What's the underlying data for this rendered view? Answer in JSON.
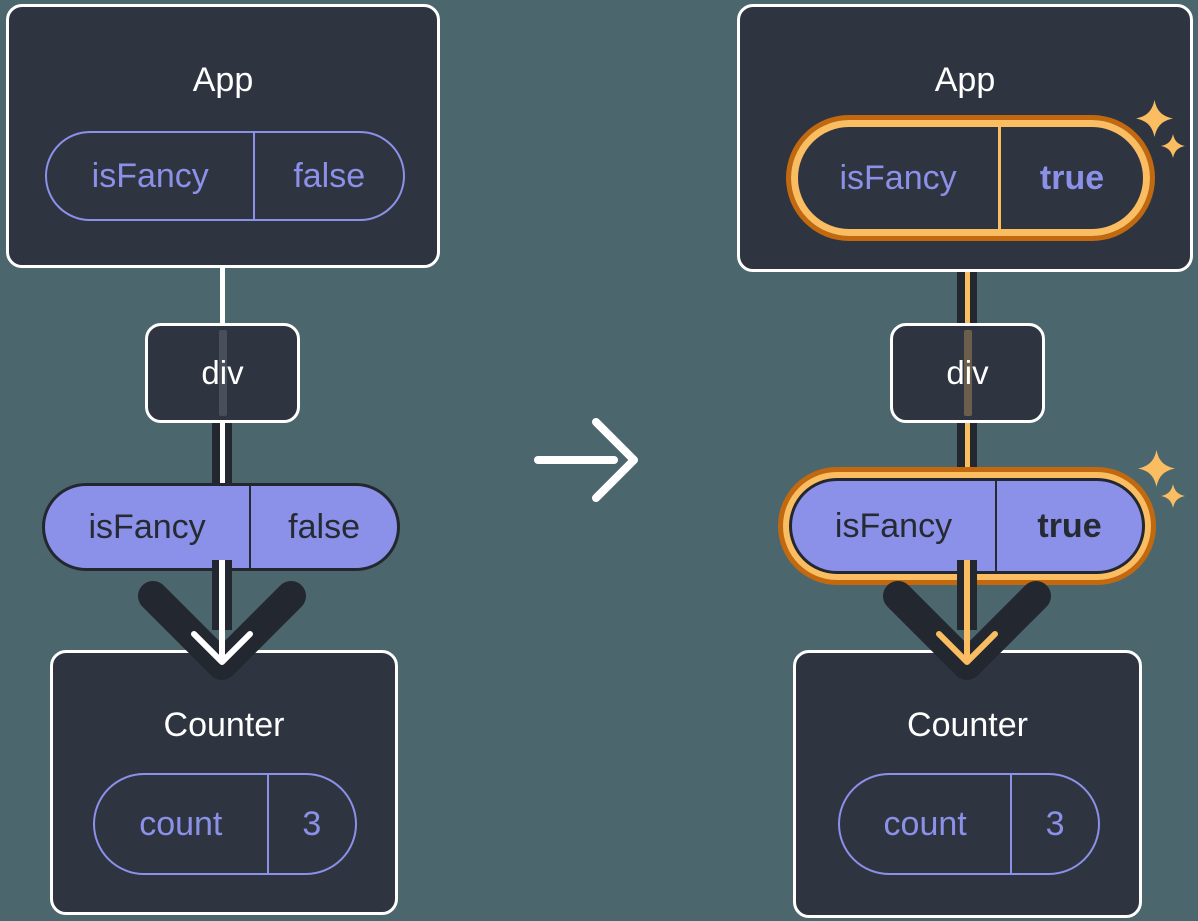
{
  "panels": {
    "before": {
      "app": {
        "title": "App",
        "prop": {
          "name": "isFancy",
          "value": "false"
        }
      },
      "middle": {
        "title": "div"
      },
      "passed_prop": {
        "name": "isFancy",
        "value": "false"
      },
      "counter": {
        "title": "Counter",
        "state": {
          "name": "count",
          "value": "3"
        }
      }
    },
    "after": {
      "app": {
        "title": "App",
        "prop": {
          "name": "isFancy",
          "value": "true"
        }
      },
      "middle": {
        "title": "div"
      },
      "passed_prop": {
        "name": "isFancy",
        "value": "true"
      },
      "counter": {
        "title": "Counter",
        "state": {
          "name": "count",
          "value": "3"
        }
      }
    }
  },
  "icons": {
    "transition": "right-arrow-icon",
    "sparkle": "sparkle-icon",
    "arrowhead": "arrowhead-down-icon"
  },
  "colors": {
    "background": "#4B666D",
    "card": "#2F3540",
    "stroke_dark": "#23272F",
    "purple": "#8B90E9",
    "purple_fill": "#8B90E9",
    "text_dark": "#262B33",
    "orange_light": "#FABD62",
    "orange_dark": "#C2690F",
    "white": "#FFFFFF"
  }
}
